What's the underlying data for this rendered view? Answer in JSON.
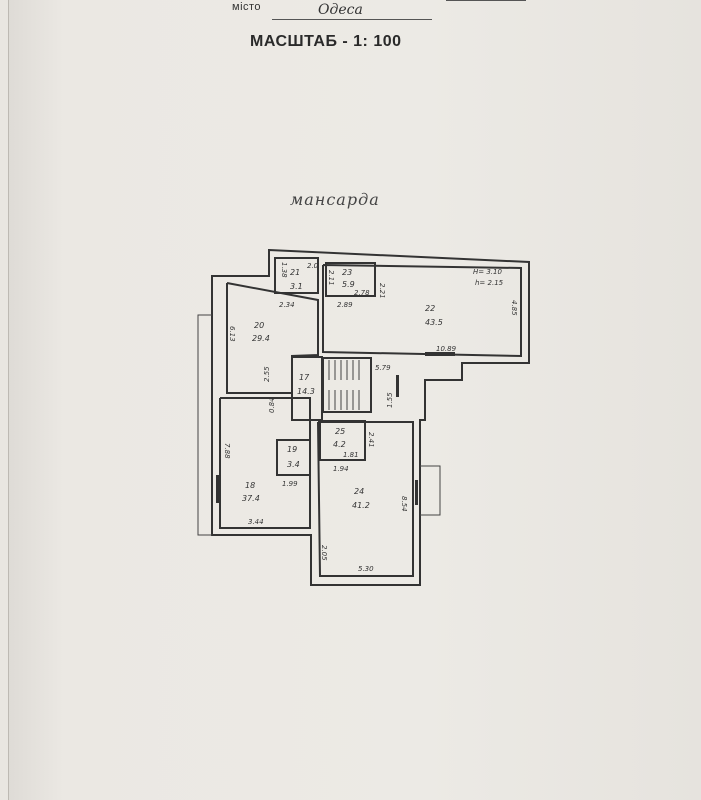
{
  "header": {
    "city_label": "місто",
    "city_value": "Одеса",
    "scale": "МАСШТАБ - 1: 100"
  },
  "plan": {
    "title": "мансарда",
    "rooms": [
      {
        "number": "17",
        "area": "14.3"
      },
      {
        "number": "18",
        "area": "37.4"
      },
      {
        "number": "19",
        "area": "3.4"
      },
      {
        "number": "20",
        "area": "29.4"
      },
      {
        "number": "21",
        "area": "3.1"
      },
      {
        "number": "22",
        "area": "43.5"
      },
      {
        "number": "23",
        "area": "5.9"
      },
      {
        "number": "24",
        "area": "41.2"
      },
      {
        "number": "25",
        "area": "4.2"
      }
    ],
    "dimensions": [
      "2.34",
      "2.89",
      "2.78",
      "2.21",
      "2.0",
      "1.38",
      "H= 3.10",
      "h= 2.15",
      "4.85",
      "10.89",
      "5.79",
      "2.55",
      "6.13",
      "0.84",
      "1.55",
      "7.88",
      "1.99",
      "3.44",
      "2.41",
      "1.81",
      "1.94",
      "8.54",
      "2.05",
      "5.30",
      "2.11"
    ]
  }
}
